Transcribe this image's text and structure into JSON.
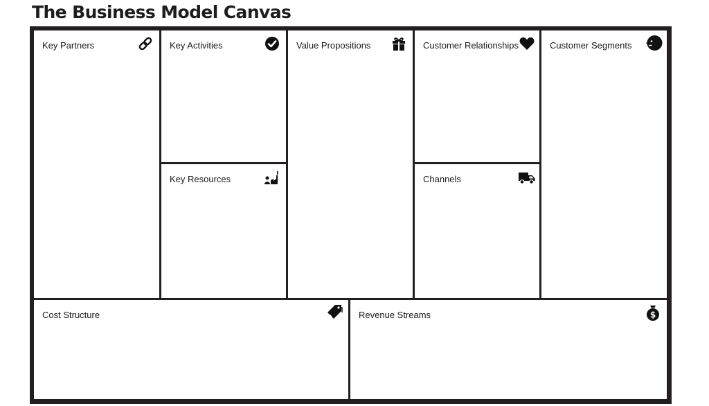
{
  "title": "The Business Model Canvas",
  "colors": {
    "frame": "#231f20",
    "background": "#ffffff",
    "icon": "#111111"
  },
  "blocks": {
    "key_partners": {
      "label": "Key Partners",
      "icon": "link-icon"
    },
    "key_activities": {
      "label": "Key Activities",
      "icon": "checkmark-circle-icon"
    },
    "key_resources": {
      "label": "Key Resources",
      "icon": "factory-worker-icon"
    },
    "value_propositions": {
      "label": "Value Propositions",
      "icon": "gift-icon"
    },
    "customer_relationships": {
      "label": "Customer Relationships",
      "icon": "heart-icon"
    },
    "channels": {
      "label": "Channels",
      "icon": "truck-icon"
    },
    "customer_segments": {
      "label": "Customer Segments",
      "icon": "face-profile-icon"
    },
    "cost_structure": {
      "label": "Cost Structure",
      "icon": "price-tag-icon"
    },
    "revenue_streams": {
      "label": "Revenue Streams",
      "icon": "money-bag-icon"
    }
  }
}
